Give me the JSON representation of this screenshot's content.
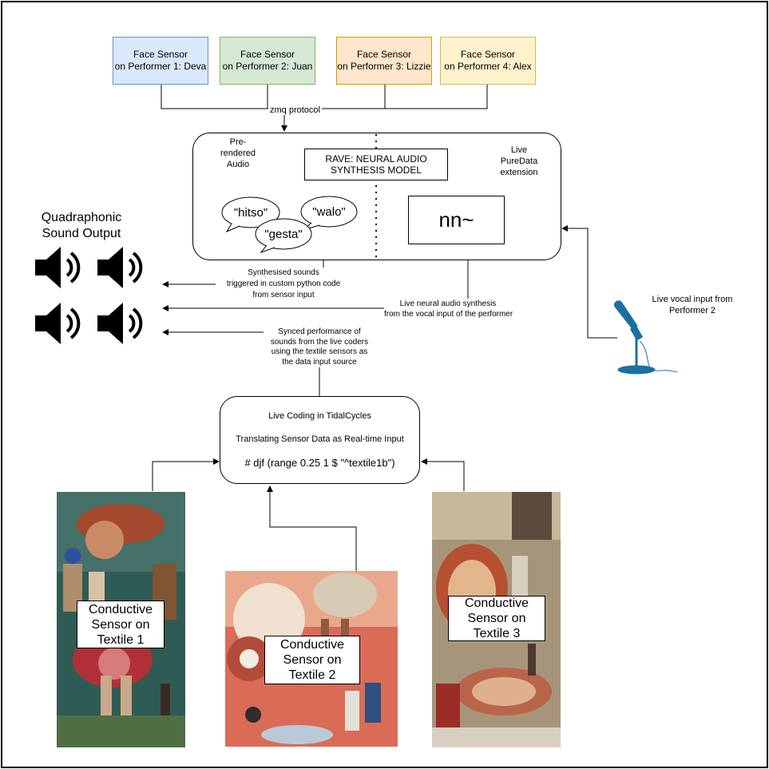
{
  "sensors": [
    {
      "line1": "Face Sensor",
      "line2": "on Performer 1: Deva",
      "fill": "#dae8fc",
      "stroke": "#6c8ebf"
    },
    {
      "line1": "Face Sensor",
      "line2": "on Performer 2: Juan",
      "fill": "#d5e8d4",
      "stroke": "#82b366"
    },
    {
      "line1": "Face Sensor",
      "line2": "on Performer 3: Lizzie",
      "fill": "#ffe6cc",
      "stroke": "#d79b00"
    },
    {
      "line1": "Face Sensor",
      "line2": "on Performer 4: Alex",
      "fill": "#fff2cc",
      "stroke": "#d6b656"
    }
  ],
  "protocol_label": "zmq protocol",
  "synth": {
    "prerendered_label": [
      "Pre-",
      "rendered",
      "Audio"
    ],
    "live_label": [
      "Live",
      "PureData",
      "extension"
    ],
    "rave_lines": [
      "RAVE: NEURAL AUDIO",
      "SYNTHESIS MODEL"
    ],
    "bubbles": [
      "\"hitso\"",
      "\"walo\"",
      "\"gesta\""
    ],
    "nn_label": "nn~"
  },
  "output": {
    "title_lines": [
      "Quadraphonic",
      "Sound Output"
    ]
  },
  "arrow_labels": {
    "synthesised": [
      "Synthesised sounds",
      "triggered in custom python code",
      "from sensor input"
    ],
    "live_neural": [
      "Live neural audio synthesis",
      "from the vocal input of the performer"
    ],
    "synced": [
      "Synced performance of",
      "sounds from the live coders",
      "using the textile sensors as",
      "the data input source"
    ]
  },
  "vocal_label": [
    "Live vocal input from",
    "Performer 2"
  ],
  "tidal": {
    "title": "Live Coding in TidalCycles",
    "subtitle": "Translating Sensor Data as Real-time Input",
    "code": "# djf (range 0.25 1 $ \"^textile1b\")"
  },
  "textiles": [
    {
      "lines": [
        "Conductive",
        "Sensor on",
        "Textile 1"
      ]
    },
    {
      "lines": [
        "Conductive",
        "Sensor on",
        "Textile 2"
      ]
    },
    {
      "lines": [
        "Conductive",
        "Sensor on",
        "Textile 3"
      ]
    }
  ],
  "colors": {
    "mic_blue": "#1b6fa3",
    "speaker": "#000000"
  }
}
